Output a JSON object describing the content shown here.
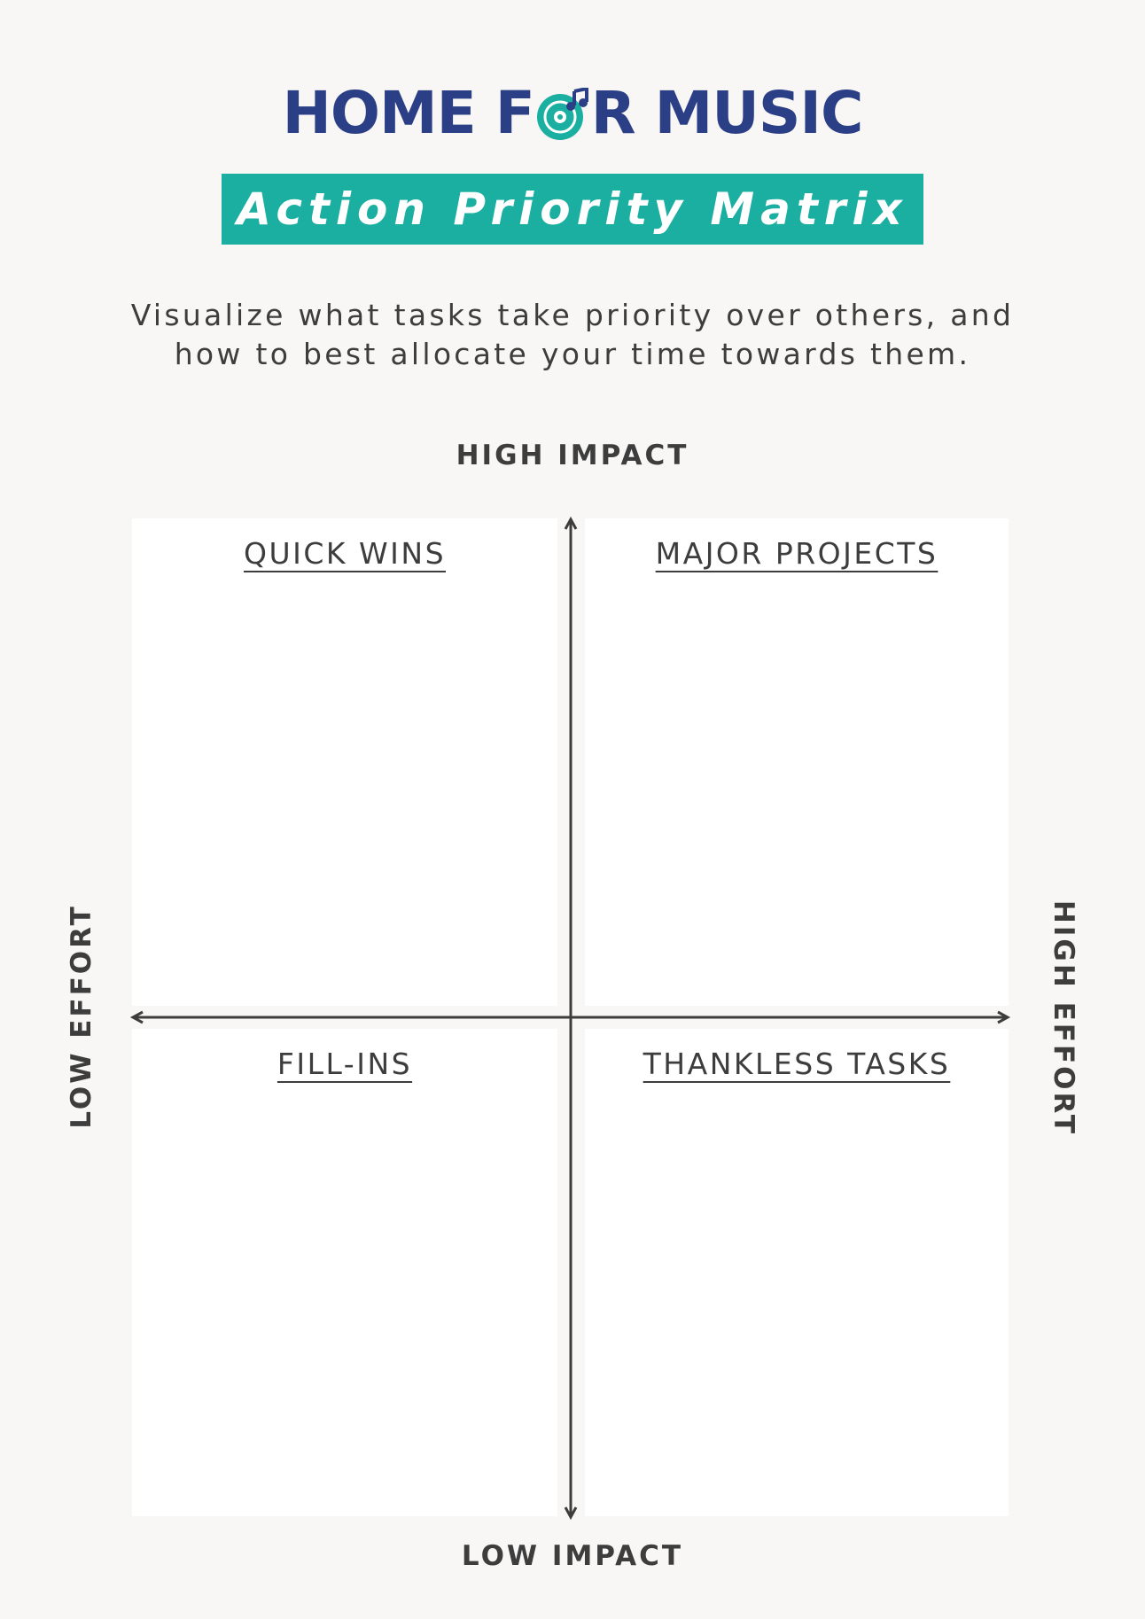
{
  "brand": {
    "logo_before": "HOME F",
    "logo_after": "R MUSIC",
    "logo_color": "#2b3f86",
    "accent_color": "#1aafa1",
    "logo_icon": "vinyl-record-music-note-icon"
  },
  "header": {
    "title": "Action Priority Matrix",
    "subtitle_line1": "Visualize what tasks take priority over others, and",
    "subtitle_line2": "how to best allocate your time towards them."
  },
  "axes": {
    "top": "HIGH IMPACT",
    "bottom": "LOW IMPACT",
    "left": "LOW EFFORT",
    "right": "HIGH EFFORT"
  },
  "quadrants": {
    "top_left": "QUICK WINS",
    "top_right": "MAJOR PROJECTS",
    "bottom_left": "FILL-INS",
    "bottom_right": "THANKLESS TASKS"
  }
}
